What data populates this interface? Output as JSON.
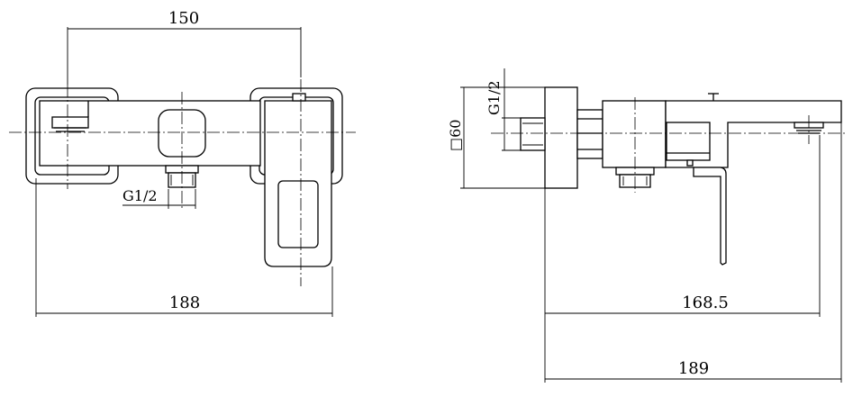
{
  "front_view": {
    "dim_top": "150",
    "dim_bottom": "188",
    "inlet_label": "G1/2"
  },
  "side_view": {
    "dim_square": "□60",
    "inlet_label": "G1/2",
    "dim_spout": "168.5",
    "dim_total": "189"
  }
}
